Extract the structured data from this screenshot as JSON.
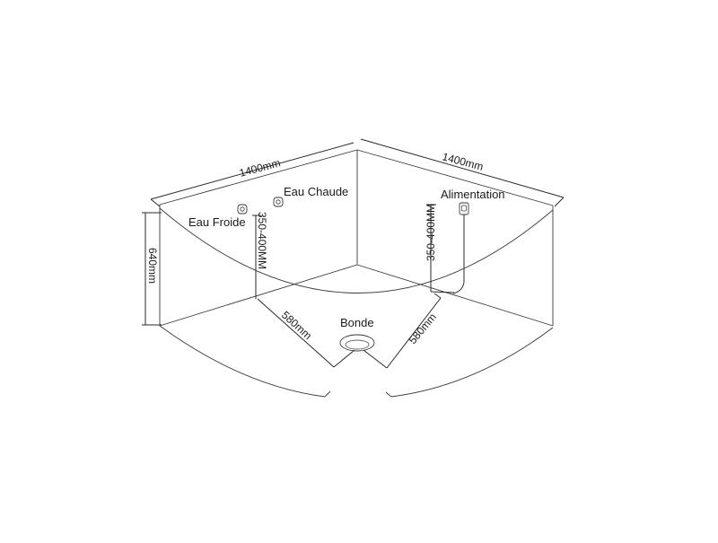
{
  "colors": {
    "stroke": "#3a3a3a",
    "text": "#1a1a1a",
    "background": "#ffffff"
  },
  "labels": {
    "length_left": "1400mm",
    "length_right": "1400mm",
    "height": "640mm",
    "hot_water": "Eau Chaude",
    "cold_water": "Eau Froide",
    "supply_height_left": "350-400MM",
    "supply_height_right": "350-400MM",
    "power": "Alimentation",
    "drain": "Bonde",
    "drain_distance_left": "580mm",
    "drain_distance_right": "580mm"
  }
}
